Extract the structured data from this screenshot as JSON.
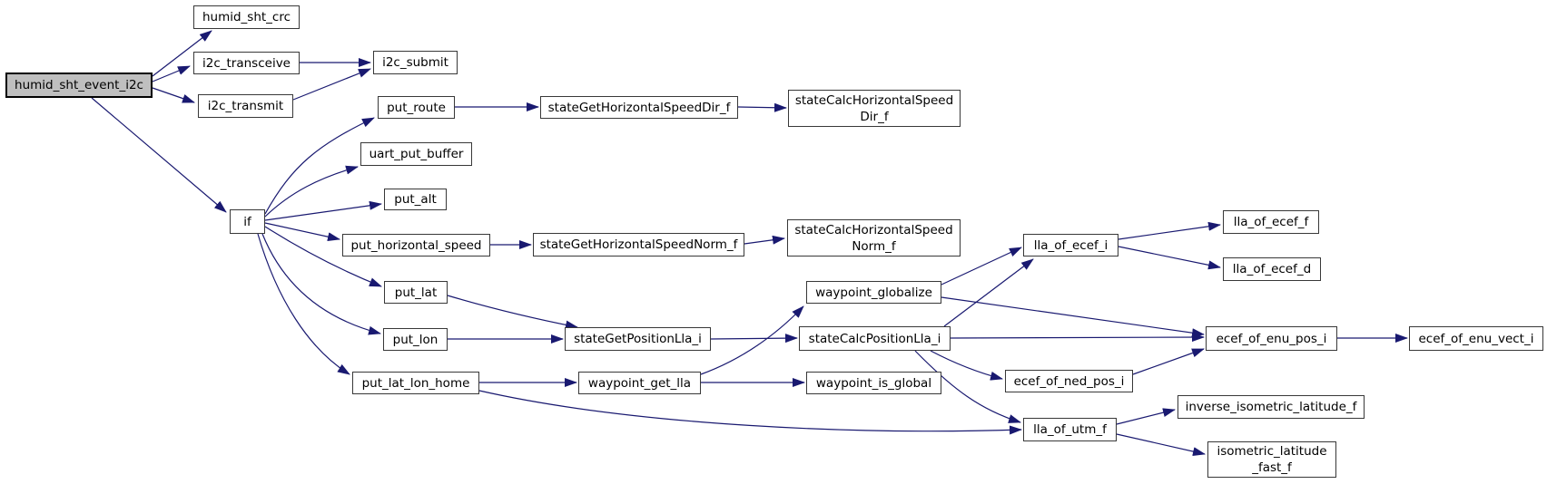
{
  "diagram": {
    "type": "call-graph",
    "root_function": "humid_sht_event_i2c",
    "colors": {
      "background": "#ffffff",
      "edge": "#191970",
      "node_fill": "#ffffff",
      "node_border": "#383838",
      "root_fill": "#bfbfbf",
      "text": "#000000"
    }
  },
  "nodes": [
    {
      "id": "humid_sht_event_i2c",
      "label": "humid_sht_event_i2c",
      "root": true
    },
    {
      "id": "humid_sht_crc",
      "label": "humid_sht_crc"
    },
    {
      "id": "i2c_transceive",
      "label": "i2c_transceive"
    },
    {
      "id": "i2c_transmit",
      "label": "i2c_transmit"
    },
    {
      "id": "if",
      "label": "if"
    },
    {
      "id": "i2c_submit",
      "label": "i2c_submit"
    },
    {
      "id": "put_route",
      "label": "put_route"
    },
    {
      "id": "uart_put_buffer",
      "label": "uart_put_buffer"
    },
    {
      "id": "put_alt",
      "label": "put_alt"
    },
    {
      "id": "put_horizontal_speed",
      "label": "put_horizontal_speed"
    },
    {
      "id": "put_lat",
      "label": "put_lat"
    },
    {
      "id": "put_lon",
      "label": "put_lon"
    },
    {
      "id": "put_lat_lon_home",
      "label": "put_lat_lon_home"
    },
    {
      "id": "stateGetHorizontalSpeedDir_f",
      "label": "stateGetHorizontalSpeedDir_f"
    },
    {
      "id": "stateGetHorizontalSpeedNorm_f",
      "label": "stateGetHorizontalSpeedNorm_f"
    },
    {
      "id": "stateGetPositionLla_i",
      "label": "stateGetPositionLla_i"
    },
    {
      "id": "waypoint_get_lla",
      "label": "waypoint_get_lla"
    },
    {
      "id": "stateCalcHorizontalSpeedDir_f",
      "label": "stateCalcHorizontalSpeed\nDir_f"
    },
    {
      "id": "stateCalcHorizontalSpeedNorm_f",
      "label": "stateCalcHorizontalSpeed\nNorm_f"
    },
    {
      "id": "waypoint_globalize",
      "label": "waypoint_globalize"
    },
    {
      "id": "stateCalcPositionLla_i",
      "label": "stateCalcPositionLla_i"
    },
    {
      "id": "waypoint_is_global",
      "label": "waypoint_is_global"
    },
    {
      "id": "lla_of_ecef_i",
      "label": "lla_of_ecef_i"
    },
    {
      "id": "ecef_of_ned_pos_i",
      "label": "ecef_of_ned_pos_i"
    },
    {
      "id": "lla_of_utm_f",
      "label": "lla_of_utm_f"
    },
    {
      "id": "lla_of_ecef_f",
      "label": "lla_of_ecef_f"
    },
    {
      "id": "lla_of_ecef_d",
      "label": "lla_of_ecef_d"
    },
    {
      "id": "ecef_of_enu_pos_i",
      "label": "ecef_of_enu_pos_i"
    },
    {
      "id": "inverse_isometric_latitude_f",
      "label": "inverse_isometric_latitude_f"
    },
    {
      "id": "isometric_latitude_fast_f",
      "label": "isometric_latitude\n_fast_f"
    },
    {
      "id": "ecef_of_enu_vect_i",
      "label": "ecef_of_enu_vect_i"
    }
  ],
  "edges": [
    {
      "from": "humid_sht_event_i2c",
      "to": "humid_sht_crc"
    },
    {
      "from": "humid_sht_event_i2c",
      "to": "i2c_transceive"
    },
    {
      "from": "humid_sht_event_i2c",
      "to": "i2c_transmit"
    },
    {
      "from": "humid_sht_event_i2c",
      "to": "if"
    },
    {
      "from": "i2c_transceive",
      "to": "i2c_submit"
    },
    {
      "from": "i2c_transmit",
      "to": "i2c_submit"
    },
    {
      "from": "if",
      "to": "put_route"
    },
    {
      "from": "if",
      "to": "uart_put_buffer"
    },
    {
      "from": "if",
      "to": "put_alt"
    },
    {
      "from": "if",
      "to": "put_horizontal_speed"
    },
    {
      "from": "if",
      "to": "put_lat"
    },
    {
      "from": "if",
      "to": "put_lon"
    },
    {
      "from": "if",
      "to": "put_lat_lon_home"
    },
    {
      "from": "put_route",
      "to": "stateGetHorizontalSpeedDir_f"
    },
    {
      "from": "stateGetHorizontalSpeedDir_f",
      "to": "stateCalcHorizontalSpeedDir_f"
    },
    {
      "from": "put_horizontal_speed",
      "to": "stateGetHorizontalSpeedNorm_f"
    },
    {
      "from": "stateGetHorizontalSpeedNorm_f",
      "to": "stateCalcHorizontalSpeedNorm_f"
    },
    {
      "from": "put_lat",
      "to": "stateGetPositionLla_i"
    },
    {
      "from": "put_lon",
      "to": "stateGetPositionLla_i"
    },
    {
      "from": "stateGetPositionLla_i",
      "to": "stateCalcPositionLla_i"
    },
    {
      "from": "put_lat_lon_home",
      "to": "waypoint_get_lla"
    },
    {
      "from": "put_lat_lon_home",
      "to": "lla_of_utm_f"
    },
    {
      "from": "waypoint_get_lla",
      "to": "waypoint_globalize"
    },
    {
      "from": "waypoint_get_lla",
      "to": "waypoint_is_global"
    },
    {
      "from": "waypoint_globalize",
      "to": "lla_of_ecef_i"
    },
    {
      "from": "waypoint_globalize",
      "to": "ecef_of_enu_pos_i"
    },
    {
      "from": "stateCalcPositionLla_i",
      "to": "lla_of_ecef_i"
    },
    {
      "from": "stateCalcPositionLla_i",
      "to": "ecef_of_enu_pos_i"
    },
    {
      "from": "stateCalcPositionLla_i",
      "to": "ecef_of_ned_pos_i"
    },
    {
      "from": "stateCalcPositionLla_i",
      "to": "lla_of_utm_f"
    },
    {
      "from": "ecef_of_ned_pos_i",
      "to": "ecef_of_enu_pos_i"
    },
    {
      "from": "ecef_of_enu_pos_i",
      "to": "ecef_of_enu_vect_i"
    },
    {
      "from": "lla_of_ecef_i",
      "to": "lla_of_ecef_f"
    },
    {
      "from": "lla_of_ecef_i",
      "to": "lla_of_ecef_d"
    },
    {
      "from": "lla_of_utm_f",
      "to": "inverse_isometric_latitude_f"
    },
    {
      "from": "lla_of_utm_f",
      "to": "isometric_latitude_fast_f"
    }
  ]
}
